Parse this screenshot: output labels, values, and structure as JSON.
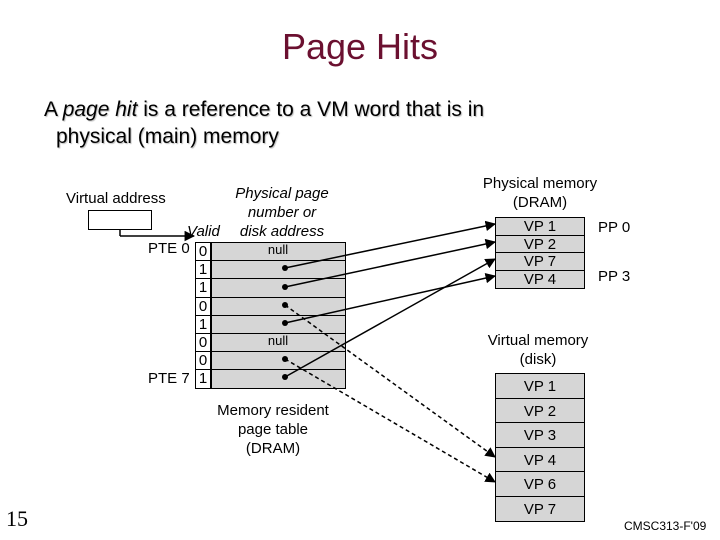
{
  "title": "Page Hits",
  "subtitle": {
    "prefix": "A ",
    "term": "page hit",
    "suffix": " is a reference to a VM word that is in",
    "line2": "physical (main) memory"
  },
  "labels": {
    "virtual_address": "Virtual address",
    "valid": "Valid",
    "ppn_line1": "Physical page",
    "ppn_line2": "number or",
    "ppn_line3": "disk address",
    "pte0": "PTE 0",
    "pte7": "PTE 7",
    "page_table_line1": "Memory resident",
    "page_table_line2": "page table",
    "page_table_line3": "(DRAM)",
    "physmem_line1": "Physical memory",
    "physmem_line2": "(DRAM)",
    "virtmem_line1": "Virtual memory",
    "virtmem_line2": "(disk)"
  },
  "page_table": {
    "valid_bits": [
      "0",
      "1",
      "1",
      "0",
      "1",
      "0",
      "0",
      "1"
    ],
    "null_text": "null"
  },
  "physical_memory": {
    "pages": [
      "VP 1",
      "VP 2",
      "VP 7",
      "VP 4"
    ],
    "pp0": "PP 0",
    "pp3": "PP 3"
  },
  "virtual_memory": {
    "pages": [
      "VP 1",
      "VP 2",
      "VP 3",
      "VP 4",
      "VP 6",
      "VP 7"
    ]
  },
  "footer": {
    "slide_number": "15",
    "course": "CMSC313-F'09"
  },
  "colors": {
    "title": "#6b1030",
    "cell_fill": "#d6d6d6",
    "border": "#000000"
  }
}
